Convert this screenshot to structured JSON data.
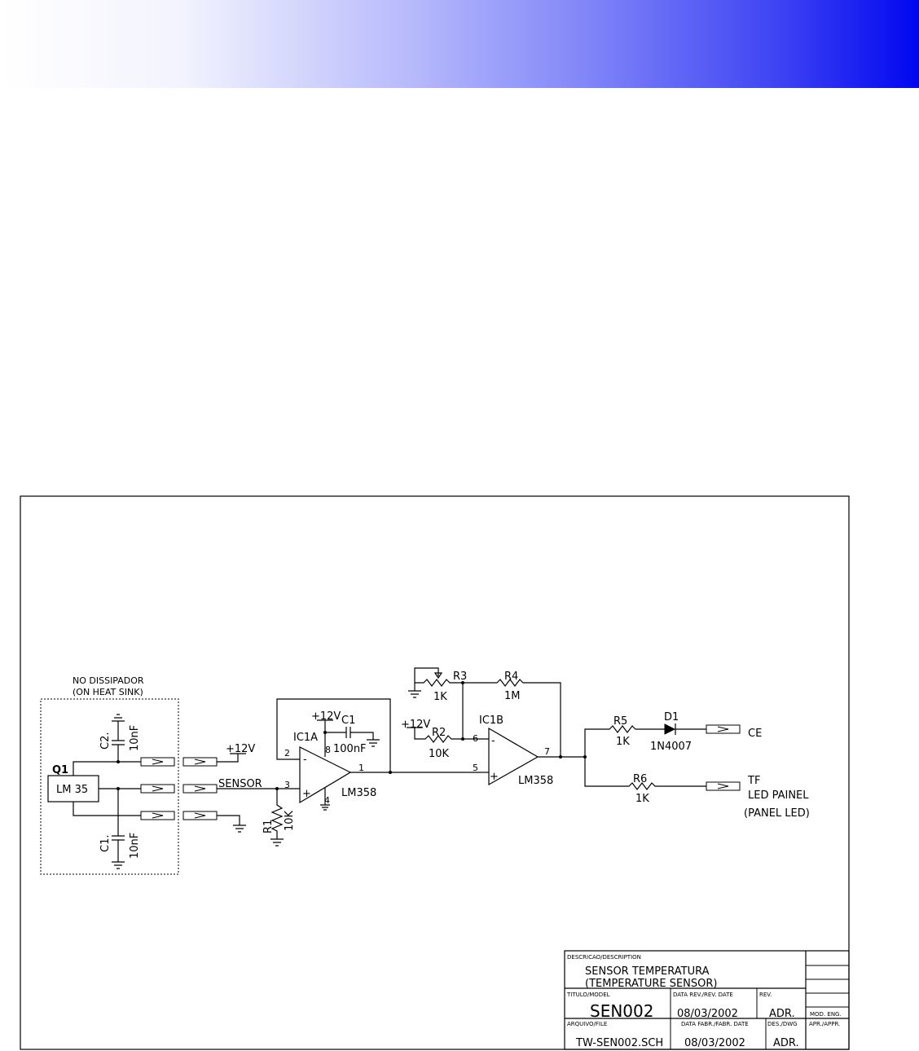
{
  "heat_sink": {
    "label1": "NO DISSIPADOR",
    "label2": "(ON HEAT SINK)"
  },
  "q1": {
    "ref": "Q1",
    "value": "LM 35"
  },
  "c2": {
    "ref": "C2.",
    "value": "10nF"
  },
  "c1_bottom": {
    "ref": "C1.",
    "value": "10nF"
  },
  "nets": {
    "plus12": "+12V",
    "sensor": "SENSOR"
  },
  "r1": {
    "ref": "R1",
    "value": "10K"
  },
  "ic1a": {
    "ref": "IC1A",
    "part": "LM358",
    "pin2": "2",
    "pin3": "3",
    "pin1": "1",
    "pin4": "4",
    "pin8": "8",
    "minus": "-",
    "plus": "+"
  },
  "c1": {
    "ref": "C1",
    "value": "100nF"
  },
  "r3": {
    "ref": "R3",
    "value": "1K"
  },
  "r4": {
    "ref": "R4",
    "value": "1M"
  },
  "r2": {
    "ref": "R2",
    "value": "10K"
  },
  "ic1b": {
    "ref": "IC1B",
    "part": "LM358",
    "pin6": "6",
    "pin5": "5",
    "pin7": "7",
    "minus": "-",
    "plus": "+"
  },
  "r5": {
    "ref": "R5",
    "value": "1K"
  },
  "d1": {
    "ref": "D1",
    "value": "1N4007"
  },
  "r6": {
    "ref": "R6",
    "value": "1K"
  },
  "outputs": {
    "ce": "CE",
    "tf": "TF",
    "led1": "LED PAINEL",
    "led2": "(PANEL LED)"
  },
  "title_block": {
    "desc_label": "DESCRICAO/DESCRIPTION",
    "desc1": "SENSOR TEMPERATURA",
    "desc2": "(TEMPERATURE SENSOR)",
    "model_label": "TITULO/MODEL",
    "model": "SEN002",
    "rev_date_label": "DATA REV./REV. DATE",
    "rev_date": "08/03/2002",
    "rev_label": "REV.",
    "rev": "ADR.",
    "mod_label": "MOD. ENG.",
    "file_label": "ARQUIVO/FILE",
    "file": "TW-SEN002.SCH",
    "fab_date_label": "DATA FABR./FABR. DATE",
    "fab_date": "08/03/2002",
    "dwg_label": "DES./DWG",
    "dwg": "ADR.",
    "appr_label": "APR./APPR."
  }
}
